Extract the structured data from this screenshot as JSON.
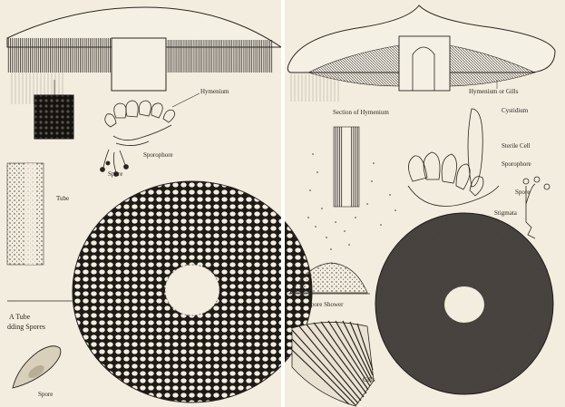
{
  "colors": {
    "paper": "#f3ede0",
    "ink": "#2a2520",
    "divider": "#ffffff"
  },
  "left_panel": {
    "labels": {
      "hymenium": "Hymenium",
      "sporophore": "Sporophore",
      "spore_top": "Spore",
      "tube": "Tube",
      "a_tube": "A Tube",
      "shedding_spores": "dding Spores",
      "spore_bottom": "Spore"
    }
  },
  "right_panel": {
    "labels": {
      "hymenium_or_gills": "Hymenium or Gills",
      "section_of_hymenium": "Section of Hymenium",
      "cystidium": "Cystidium",
      "sterile_cell": "Sterile Cell",
      "sporophore": "Sporophore",
      "spore": "Spore",
      "stigmata": "Stigmata",
      "spore_shower": "Spore Shower",
      "gills": "Gills"
    }
  }
}
